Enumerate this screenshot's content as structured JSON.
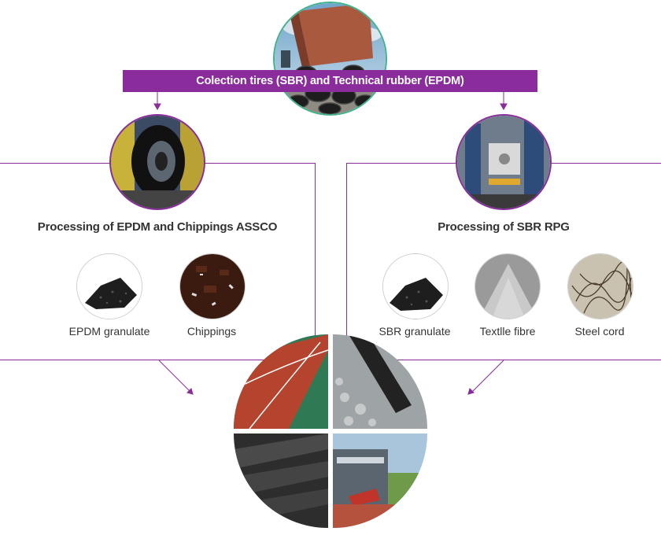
{
  "banner": {
    "label": "Colection tires (SBR) and Technical rubber (EPDM)"
  },
  "left_panel": {
    "title": "Processing of EPDM and Chippings ASSCO",
    "items": [
      {
        "label": "EPDM granulate"
      },
      {
        "label": "Chippings"
      }
    ]
  },
  "right_panel": {
    "title": "Processing of SBR RPG",
    "items": [
      {
        "label": "SBR granulate"
      },
      {
        "label": "Textlle fibre"
      },
      {
        "label": "Steel cord"
      }
    ]
  },
  "colors": {
    "accent": "#8a2c9c",
    "top_ring": "#3fb38a"
  }
}
